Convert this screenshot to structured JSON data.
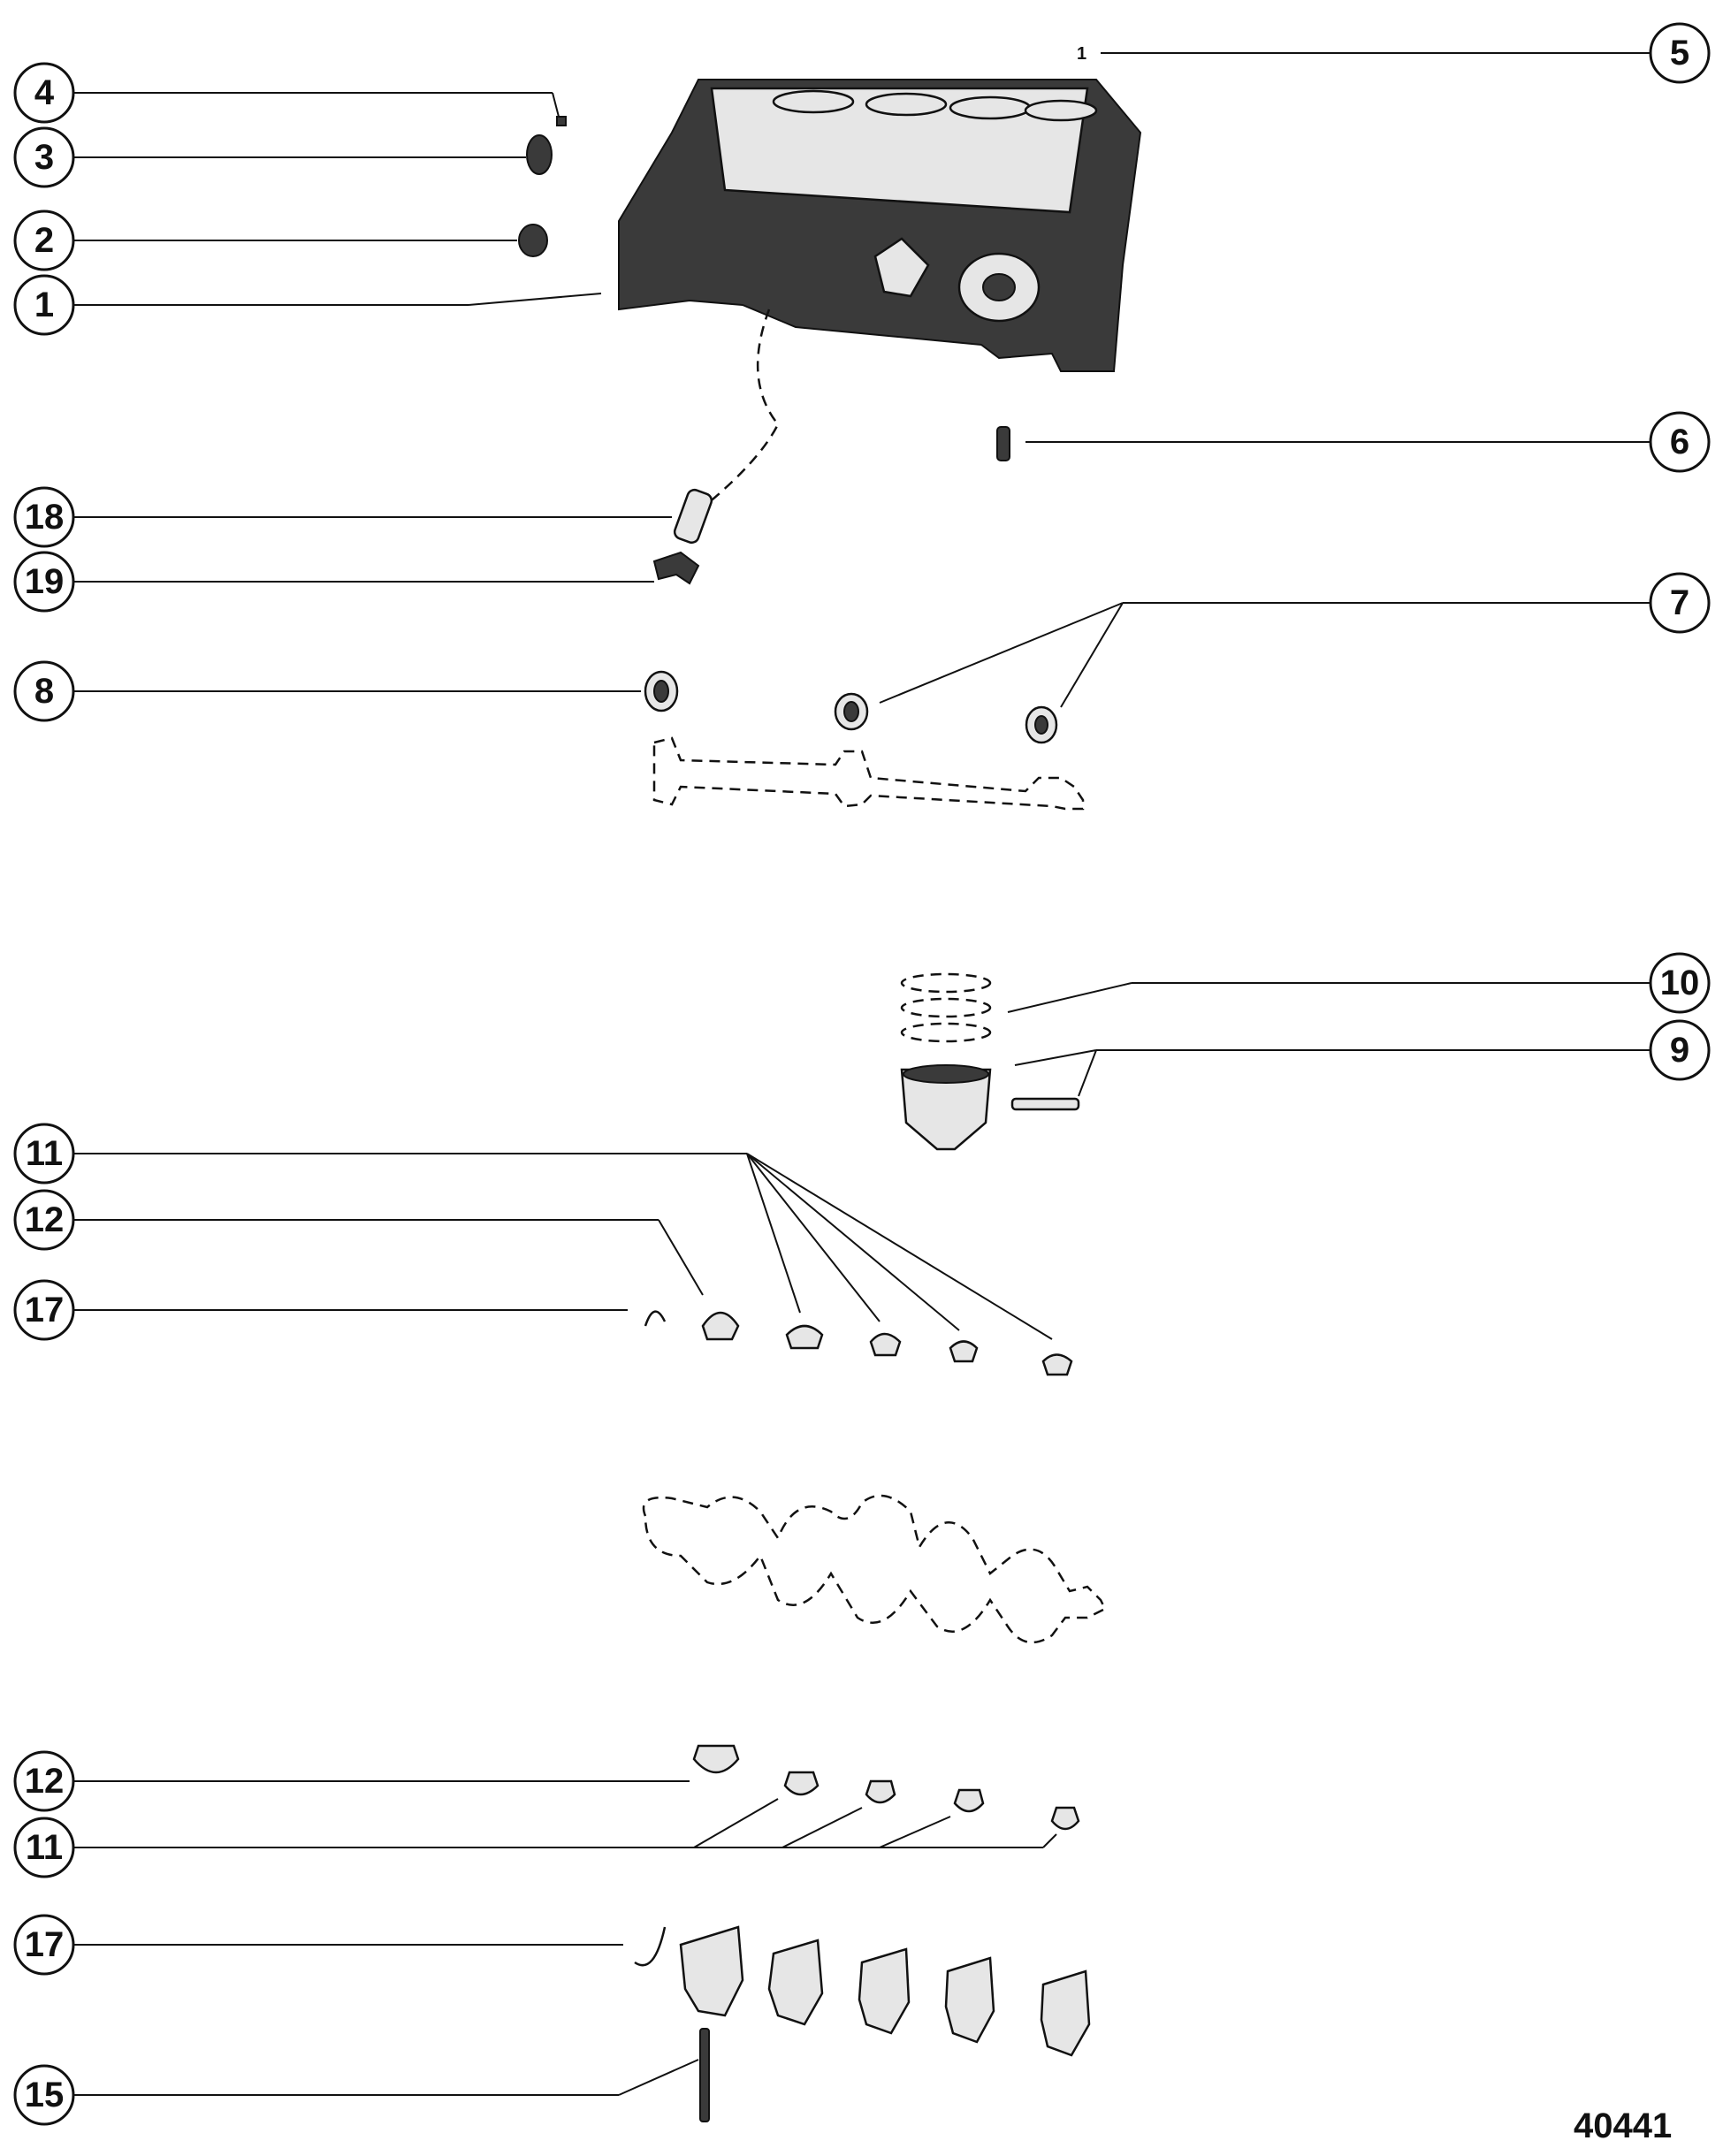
{
  "figure_number": "40441",
  "block_marker": "1",
  "callouts": [
    {
      "label": "4"
    },
    {
      "label": "3"
    },
    {
      "label": "2"
    },
    {
      "label": "1"
    },
    {
      "label": "5"
    },
    {
      "label": "6"
    },
    {
      "label": "18"
    },
    {
      "label": "19"
    },
    {
      "label": "7"
    },
    {
      "label": "8"
    },
    {
      "label": "10"
    },
    {
      "label": "9"
    },
    {
      "label": "11"
    },
    {
      "label": "12"
    },
    {
      "label": "17"
    },
    {
      "label": "12"
    },
    {
      "label": "11"
    },
    {
      "label": "17"
    },
    {
      "label": "15"
    }
  ],
  "colors": {
    "ink": "#111111",
    "paper": "#ffffff",
    "block_shade": "#3a3a3a"
  }
}
